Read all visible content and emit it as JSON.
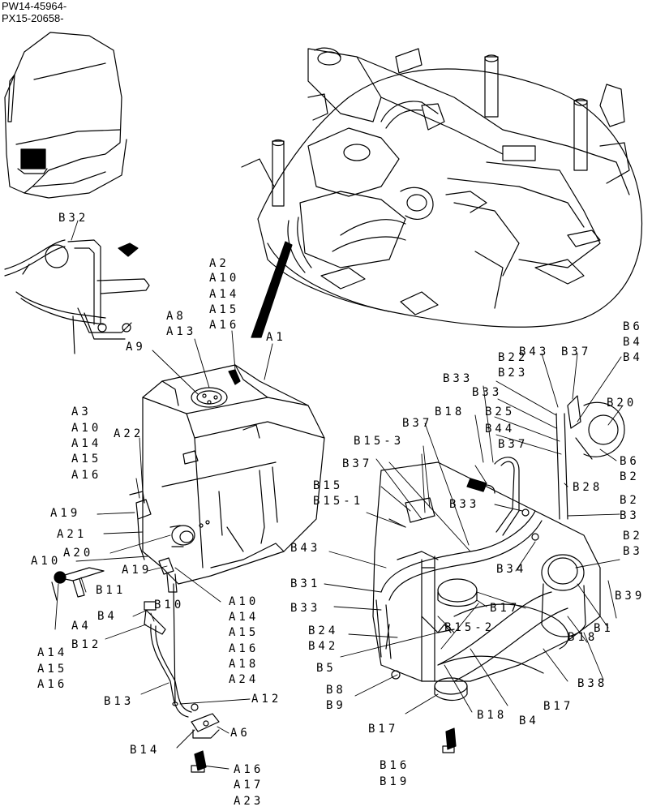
{
  "header": {
    "line1": "PW14-45964-",
    "line2": "PX15-20658-"
  },
  "labels": {
    "A1": "A1",
    "A2": "A2",
    "A3": "A3",
    "A4": "A4",
    "A6": "A6",
    "A8": "A8",
    "A9": "A9",
    "A10": "A10",
    "A12": "A12",
    "A13": "A13",
    "A14": "A14",
    "A15": "A15",
    "A16": "A16",
    "A17": "A17",
    "A18": "A18",
    "A19": "A19",
    "A20": "A20",
    "A21": "A21",
    "A22": "A22",
    "A23": "A23",
    "A24": "A24",
    "B1": "B1",
    "B2": "B2",
    "B3": "B3",
    "B4": "B4",
    "B5": "B5",
    "B6": "B6",
    "B8": "B8",
    "B9": "B9",
    "B10": "B10",
    "B11": "B11",
    "B12": "B12",
    "B13": "B13",
    "B14": "B14",
    "B15": "B15",
    "B15_1": "B15-1",
    "B15_2": "B15-2",
    "B15_3": "B15-3",
    "B16": "B16",
    "B17": "B17",
    "B18": "B18",
    "B19": "B19",
    "B20": "B20",
    "B22": "B22",
    "B23": "B23",
    "B24": "B24",
    "B25": "B25",
    "B28": "B28",
    "B31": "B31",
    "B32": "B32",
    "B33": "B33",
    "B34": "B34",
    "B37": "B37",
    "B38": "B38",
    "B39": "B39",
    "B42": "B42",
    "B43": "B43",
    "B44": "B44"
  }
}
